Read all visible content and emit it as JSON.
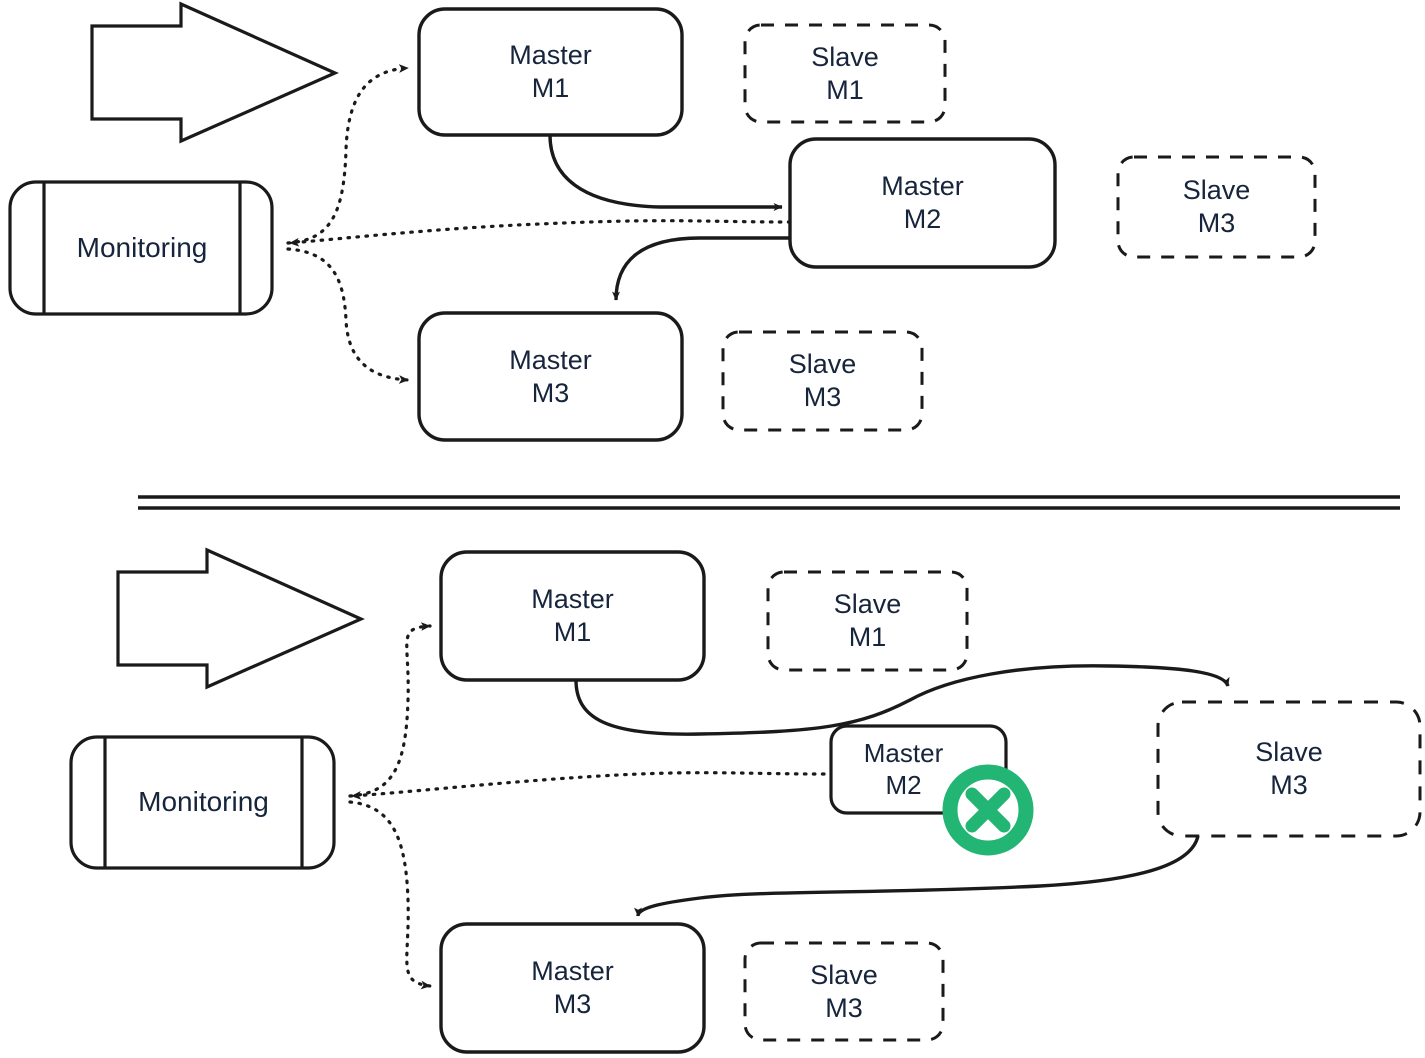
{
  "diagram": {
    "title": "Master-slave failover monitoring diagram",
    "accent_green": "#22b573",
    "stroke_color": "#1a1a1a",
    "text_color": "#16243c",
    "panels": [
      {
        "id": "before-failure",
        "nodes": [
          {
            "name": "input-arrow",
            "shape": "block-arrow",
            "label": ""
          },
          {
            "name": "monitoring",
            "shape": "predefined-process",
            "label": "Monitoring",
            "line1": "Monitoring",
            "line2": ""
          },
          {
            "name": "master-m1",
            "shape": "rounded-rect-solid",
            "line1": "Master",
            "line2": "M1"
          },
          {
            "name": "slave-m1",
            "shape": "rounded-rect-dashed",
            "line1": "Slave",
            "line2": "M1"
          },
          {
            "name": "master-m2",
            "shape": "rounded-rect-solid",
            "line1": "Master",
            "line2": "M2"
          },
          {
            "name": "slave-m3-right",
            "shape": "rounded-rect-dashed",
            "line1": "Slave",
            "line2": "M3"
          },
          {
            "name": "master-m3",
            "shape": "rounded-rect-solid",
            "line1": "Master",
            "line2": "M3"
          },
          {
            "name": "slave-m3",
            "shape": "rounded-rect-dashed",
            "line1": "Slave",
            "line2": "M3"
          }
        ],
        "edges": [
          {
            "name": "edge-m1-to-m2",
            "style": "solid",
            "from": "master-m1",
            "to": "master-m2"
          },
          {
            "name": "edge-m2-to-m3",
            "style": "solid",
            "from": "master-m2",
            "to": "master-m3"
          },
          {
            "name": "edge-monitor-m1",
            "style": "dotted",
            "from": "monitoring",
            "to": "master-m1"
          },
          {
            "name": "edge-monitor-m2",
            "style": "dotted",
            "from": "master-m2",
            "to": "monitoring"
          },
          {
            "name": "edge-monitor-m3",
            "style": "dotted",
            "from": "monitoring",
            "to": "master-m3"
          }
        ]
      },
      {
        "id": "after-failure",
        "nodes": [
          {
            "name": "input-arrow",
            "shape": "block-arrow",
            "label": ""
          },
          {
            "name": "monitoring",
            "shape": "predefined-process",
            "line1": "Monitoring",
            "line2": ""
          },
          {
            "name": "master-m1",
            "shape": "rounded-rect-solid",
            "line1": "Master",
            "line2": "M1"
          },
          {
            "name": "slave-m1",
            "shape": "rounded-rect-dashed",
            "line1": "Slave",
            "line2": "M1"
          },
          {
            "name": "master-m2",
            "shape": "rounded-rect-solid",
            "line1": "Master",
            "line2": "M2"
          },
          {
            "name": "slave-m3-right",
            "shape": "rounded-rect-dashed",
            "line1": "Slave",
            "line2": "M3"
          },
          {
            "name": "master-m3",
            "shape": "rounded-rect-solid",
            "line1": "Master",
            "line2": "M3"
          },
          {
            "name": "slave-m3",
            "shape": "rounded-rect-dashed",
            "line1": "Slave",
            "line2": "M3"
          },
          {
            "name": "failure-marker",
            "shape": "circle-x",
            "label": "x"
          }
        ],
        "edges": [
          {
            "name": "edge-m1-to-slave-m3",
            "style": "solid",
            "from": "master-m1",
            "to": "slave-m3-right"
          },
          {
            "name": "edge-slave-m3-to-m3",
            "style": "solid",
            "from": "slave-m3-right",
            "to": "master-m3"
          },
          {
            "name": "edge-monitor-m1",
            "style": "dotted",
            "from": "monitoring",
            "to": "master-m1"
          },
          {
            "name": "edge-monitor-m2",
            "style": "dotted",
            "from": "master-m2",
            "to": "monitoring"
          },
          {
            "name": "edge-monitor-m3",
            "style": "dotted",
            "from": "monitoring",
            "to": "master-m3"
          }
        ]
      }
    ],
    "divider": {
      "name": "panel-divider",
      "style": "double-line"
    }
  },
  "top": {
    "master_m1": {
      "l1": "Master",
      "l2": "M1"
    },
    "slave_m1": {
      "l1": "Slave",
      "l2": "M1"
    },
    "master_m2": {
      "l1": "Master",
      "l2": "M2"
    },
    "slave_m3_right": {
      "l1": "Slave",
      "l2": "M3"
    },
    "master_m3": {
      "l1": "Master",
      "l2": "M3"
    },
    "slave_m3": {
      "l1": "Slave",
      "l2": "M3"
    },
    "monitoring": "Monitoring"
  },
  "bottom": {
    "master_m1": {
      "l1": "Master",
      "l2": "M1"
    },
    "slave_m1": {
      "l1": "Slave",
      "l2": "M1"
    },
    "master_m2": {
      "l1": "Master",
      "l2": "M2"
    },
    "slave_m3_right": {
      "l1": "Slave",
      "l2": "M3"
    },
    "master_m3": {
      "l1": "Master",
      "l2": "M3"
    },
    "slave_m3": {
      "l1": "Slave",
      "l2": "M3"
    },
    "monitoring": "Monitoring"
  }
}
